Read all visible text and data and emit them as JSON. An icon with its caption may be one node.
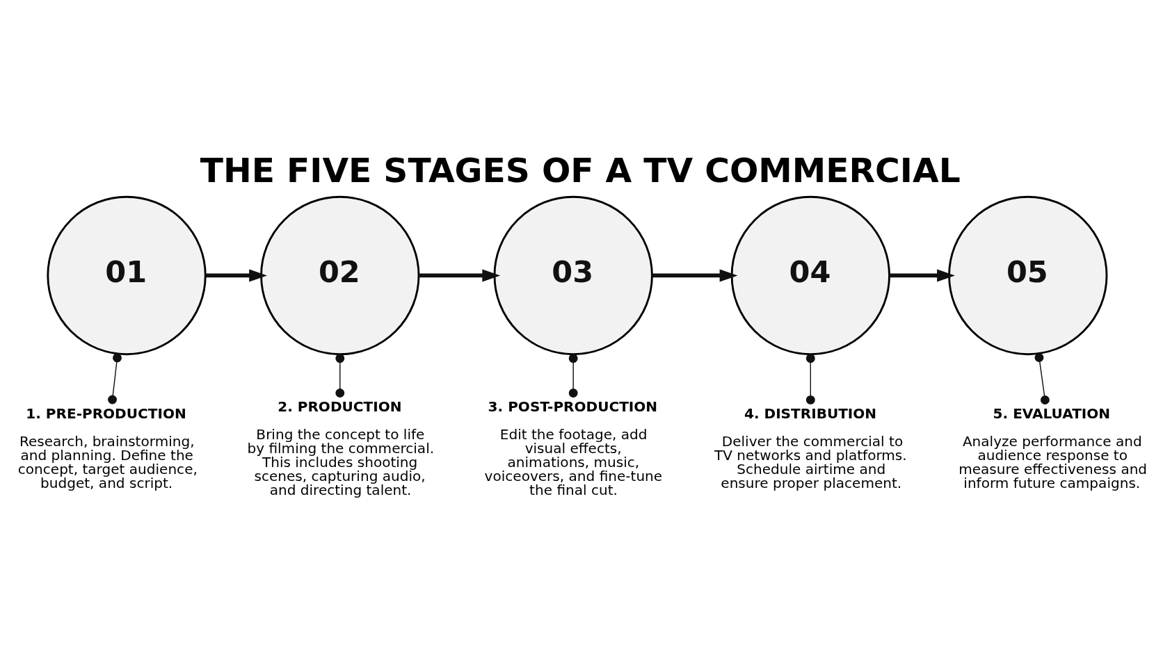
{
  "diagram": {
    "title": "THE FIVE STAGES OF A TV COMMERCIAL",
    "nodes": [
      {
        "text": [
          "01"
        ]
      },
      {
        "text": [
          "02"
        ]
      },
      {
        "text": [
          "03"
        ]
      },
      {
        "text": [
          "04"
        ]
      },
      {
        "text": [
          "05"
        ]
      },
      {
        "text": [
          "1. PRE-PRODUCTION",
          "Research, brainstorming, and planning. Define the concept, target audience, budget, and script."
        ]
      },
      {
        "text": [
          "2. PRODUCTION",
          "Bring the concept to life by filming the commercial. This includes shooting scenes, capturing audio, and directing talent."
        ]
      },
      {
        "text": [
          "3. POST-PRODUCTION",
          "Edit the footage, add visual effects, animations, music, voiceovers, and fine-tune the final cut."
        ]
      },
      {
        "text": [
          "4. DISTRIBUTION",
          "Deliver the commercial to TV networks and platforms. Schedule airtime and ensure proper placement."
        ]
      },
      {
        "text": [
          "5. EVALUATION",
          "Analyze performance and audience response to measure effectiveness and inform future campaigns."
        ]
      }
    ],
    "edges": [
      {
        "from": 0,
        "to": 1,
        "arrow": "to",
        "style": "thick"
      },
      {
        "from": 1,
        "to": 2,
        "arrow": "to",
        "style": "thick"
      },
      {
        "from": 2,
        "to": 3,
        "arrow": "to",
        "style": "thick"
      },
      {
        "from": 3,
        "to": 4,
        "arrow": "to",
        "style": "thick"
      },
      {
        "from": 0,
        "to": 5,
        "arrow": "other"
      },
      {
        "from": 1,
        "to": 6,
        "arrow": "other"
      },
      {
        "from": 2,
        "to": 7,
        "arrow": "other"
      },
      {
        "from": 3,
        "to": 8,
        "arrow": "other"
      },
      {
        "from": 4,
        "to": 9,
        "arrow": "other"
      }
    ]
  }
}
